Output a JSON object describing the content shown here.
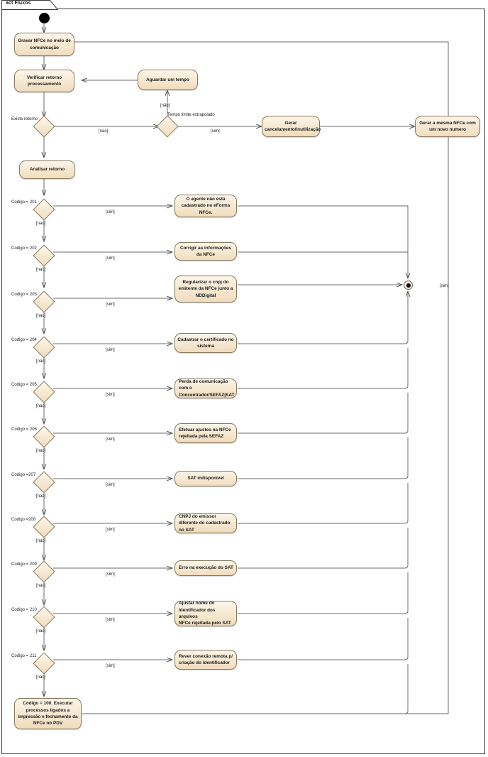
{
  "diagram": {
    "tab_label": "act Fluxos",
    "type": "uml-activity-diagram",
    "colors": {
      "node_fill": "#f5e8d2",
      "node_border": "#8a7a5e",
      "edge": "#6b6b6b",
      "frame": "#3a3a3a",
      "text": "#191919"
    }
  },
  "nodes": {
    "start": {
      "name": "initial-node"
    },
    "gravar": {
      "label": "Gravar NFCe no meio de comunicação"
    },
    "verificar": {
      "label": "Verificar retorno processamento"
    },
    "aguardar": {
      "label": "Aguardar um tempo"
    },
    "gerar_cancelamento": {
      "label": "Gerar cancelamento/inutilização"
    },
    "gerar_mesma": {
      "label": "Gerar a mesma NFCe com um novo numero"
    },
    "analisar": {
      "label": "Analisar retorno"
    },
    "final": {
      "name": "activity-final-node"
    },
    "codigo100": {
      "label": "Codigo = 100. Executar processos ligados a impressão e fechamento da NFCe no PDV"
    }
  },
  "decisions": {
    "existe_retorno": {
      "label": "Existe retorno",
      "yes": "[sim]",
      "no": "[nao]"
    },
    "tempo_limite": {
      "label": "Tempo limite extrapolado",
      "yes": "[sim]",
      "no": "[não]"
    }
  },
  "guards": {
    "nao_existe_retorno": "[nao]",
    "sim_tempo_limite": "[sim]",
    "nao_tempo_limite": "[não]",
    "sim_final": "[sim]"
  },
  "branches": [
    {
      "code_label": "Codigo = 201",
      "yes": "[sim]",
      "no": "[nao]",
      "action": "O agente não está cadastrado no eForms NFCe.",
      "align": "center"
    },
    {
      "code_label": "Codigo = 202",
      "yes": "[sim]",
      "no": "[nao]",
      "action": "Corrigir as informações da NFCe",
      "align": "center"
    },
    {
      "code_label": "Codigo = 203",
      "yes": "[sim]",
      "no": "[nao]",
      "action": "Regularizar o cnpj do emitente da NFCe junto a NDDigital",
      "align": "center"
    },
    {
      "code_label": "Codigo = 204",
      "yes": "[sim]",
      "no": "[nao]",
      "action": "Cadastrar o certificado no sistema",
      "align": "center"
    },
    {
      "code_label": "Codigo = 205",
      "yes": "[sim]",
      "no": "[nao]",
      "action": "Perda de comunicação com o Concentrador/SEFAZ|SAT",
      "align": "left"
    },
    {
      "code_label": "Codigo = 206",
      "yes": "[sim]",
      "no": "[nao]",
      "action": "Efetuar ajustes na NFCe rejeitada pela SEFAZ",
      "align": "left"
    },
    {
      "code_label": "Codigo =207",
      "yes": "[sim]",
      "no": "[nao]",
      "action": "SAT indisponível",
      "align": "center"
    },
    {
      "code_label": "Codigo =208",
      "yes": "[sim]",
      "no": "[nao]",
      "action": "CNPJ do emissor diferente do cadastrado no SAT",
      "align": "left"
    },
    {
      "code_label": "Codigo = 209",
      "yes": "[sim]",
      "no": "[nao]",
      "action": "Erro na execução do SAT",
      "align": "left"
    },
    {
      "code_label": "Codigo = 210",
      "yes": "[sim]",
      "no": "[nao]",
      "action": "Ajustar nome do Identificador dos arquivos\nNFCe rejeitada pelo SAT",
      "align": "left"
    },
    {
      "code_label": "Codigo = 211",
      "yes": "[sim]",
      "no": "[nao]",
      "action": "Rever conexão remota p/ criação do identificador",
      "align": "left"
    }
  ]
}
